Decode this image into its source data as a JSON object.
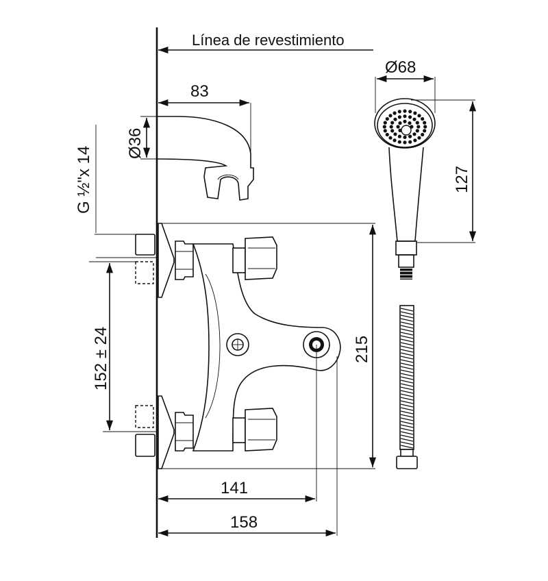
{
  "labels": {
    "cladding_line": "Línea de revestimiento",
    "spout_length": "83",
    "spout_diameter": "Ø36",
    "connection_thread": "G ½\"x 14",
    "inlet_spacing": "152 ± 24",
    "body_height": "215",
    "depth_to_holder": "141",
    "total_depth": "158",
    "shower_head_diameter": "Ø68",
    "shower_handle_length": "127"
  },
  "colors": {
    "line": "#111111",
    "background": "#ffffff"
  }
}
